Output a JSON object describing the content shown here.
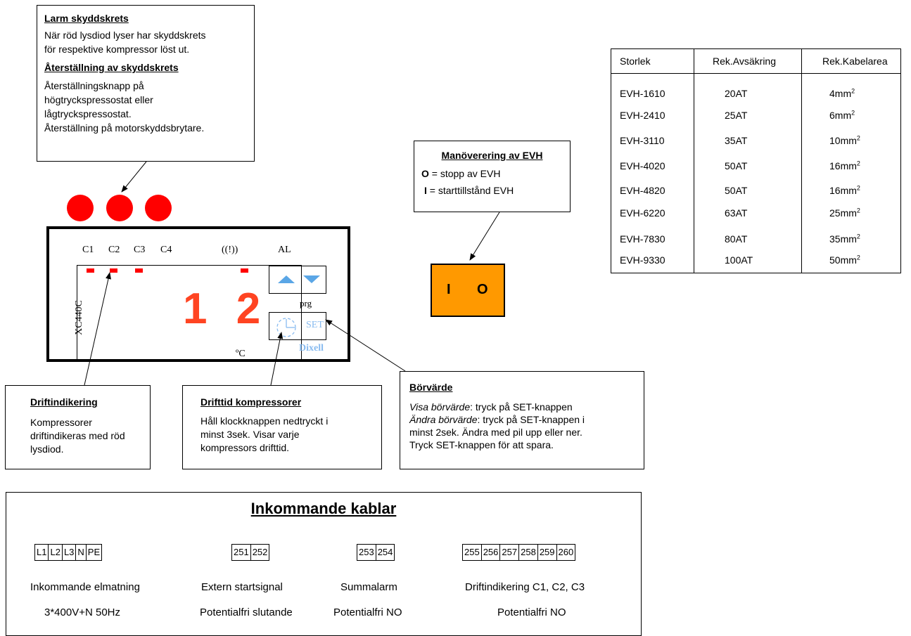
{
  "alarm_box": {
    "title": "Larm skyddskrets",
    "text1": "När  röd lysdiod lyser har skyddskrets",
    "text2": "för respektive kompressor löst ut.",
    "reset_title": "Återställning av skyddskrets",
    "reset1": "Återställningsknapp på",
    "reset2": "högtryckspressostat eller",
    "reset3": "lågtryckspressostat.",
    "reset4": "Återställning på motorskyddsbrytare."
  },
  "controller": {
    "channels": [
      "C1",
      "C2",
      "C3",
      "C4"
    ],
    "alarm_symbol": "((!))",
    "al_label": "AL",
    "model": "XC440C",
    "display_value": "1 2",
    "unit": "ºC",
    "prg_label": "prg",
    "set_label": "SET",
    "brand": "Dixell"
  },
  "evh_box": {
    "title": "Manöverering av EVH",
    "o_key": "O",
    "o_text": " = stopp av EVH",
    "i_key": "I",
    "i_text": "  = starttillstånd EVH"
  },
  "switch": {
    "i_label": "I",
    "o_label": "O"
  },
  "fuse_table": {
    "headers": [
      "Storlek",
      "Rek.Avsäkring",
      "Rek.Kabelarea"
    ],
    "rows": [
      [
        "EVH-1610",
        "20AT",
        "4mm"
      ],
      [
        "EVH-2410",
        "25AT",
        "6mm"
      ],
      [
        "EVH-3110",
        "35AT",
        "10mm"
      ],
      [
        "EVH-4020",
        "50AT",
        "16mm"
      ],
      [
        "EVH-4820",
        "50AT",
        "16mm"
      ],
      [
        "EVH-6220",
        "63AT",
        "25mm"
      ],
      [
        "EVH-7830",
        "80AT",
        "35mm"
      ],
      [
        "EVH-9330",
        "100AT",
        "50mm"
      ]
    ],
    "sup": "2"
  },
  "drift_box": {
    "title": "Driftindikering",
    "l1": "Kompressorer",
    "l2": "driftindikeras med röd",
    "l3": "lysdiod."
  },
  "time_box": {
    "title": "Drifttid kompressorer",
    "l1": "Håll klockknappen nedtryckt i",
    "l2": "minst 3sek. Visar varje",
    "l3": "kompressors drifttid."
  },
  "bor_box": {
    "title": "Börvärde",
    "l1a": "Visa börvärde",
    "l1b": ": tryck på SET-knappen",
    "l2a": "Ändra börvärde",
    "l2b": ": tryck på SET-knappen i",
    "l3": "minst 2sek. Ändra med pil upp eller ner.",
    "l4": "Tryck SET-knappen för att spara."
  },
  "cables": {
    "title": "Inkommande kablar",
    "groups": [
      {
        "terminals": [
          "L1",
          "L2",
          "L3",
          "N",
          "PE"
        ],
        "line1": "Inkommande elmatning",
        "line2": "3*400V+N 50Hz"
      },
      {
        "terminals": [
          "251",
          "252"
        ],
        "line1": "Extern startsignal",
        "line2": "Potentialfri slutande"
      },
      {
        "terminals": [
          "253",
          "254"
        ],
        "line1": "Summalarm",
        "line2": "Potentialfri NO"
      },
      {
        "terminals": [
          "255",
          "256",
          "257",
          "258",
          "259",
          "260"
        ],
        "line1": "Driftindikering C1, C2, C3",
        "line2": "Potentialfri NO"
      }
    ]
  }
}
